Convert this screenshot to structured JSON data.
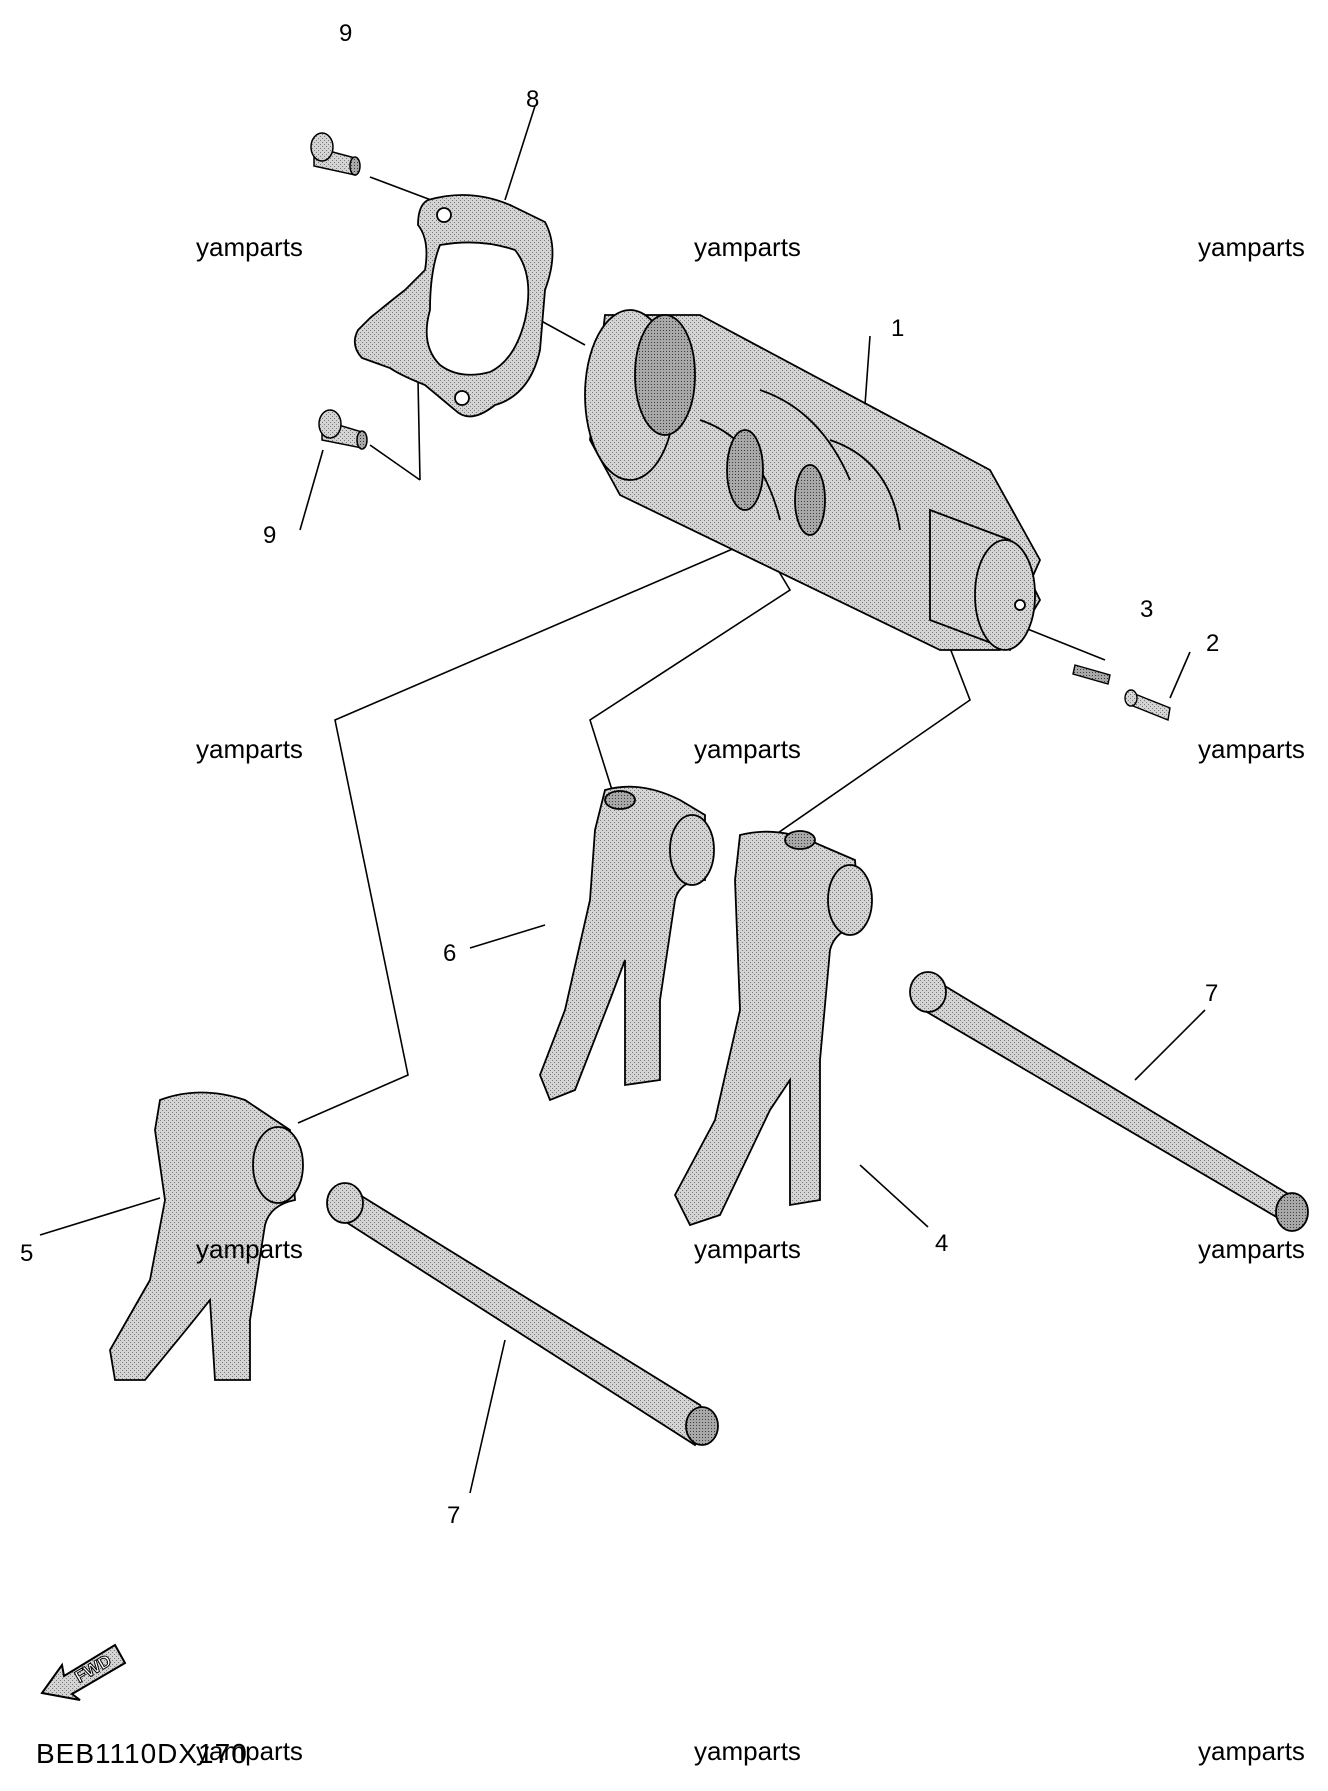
{
  "callouts": {
    "c1": "1",
    "c2": "2",
    "c3": "3",
    "c4": "4",
    "c5": "5",
    "c6": "6",
    "c7a": "7",
    "c7b": "7",
    "c8": "8",
    "c9a": "9",
    "c9b": "9"
  },
  "watermark": "yamparts",
  "fwd_label": "FWD",
  "diagram_code": "BEB1110DX170",
  "colors": {
    "part_fill": "#c9c9c9",
    "part_dark": "#9a9a9a",
    "line": "#000000",
    "background": "#ffffff"
  }
}
